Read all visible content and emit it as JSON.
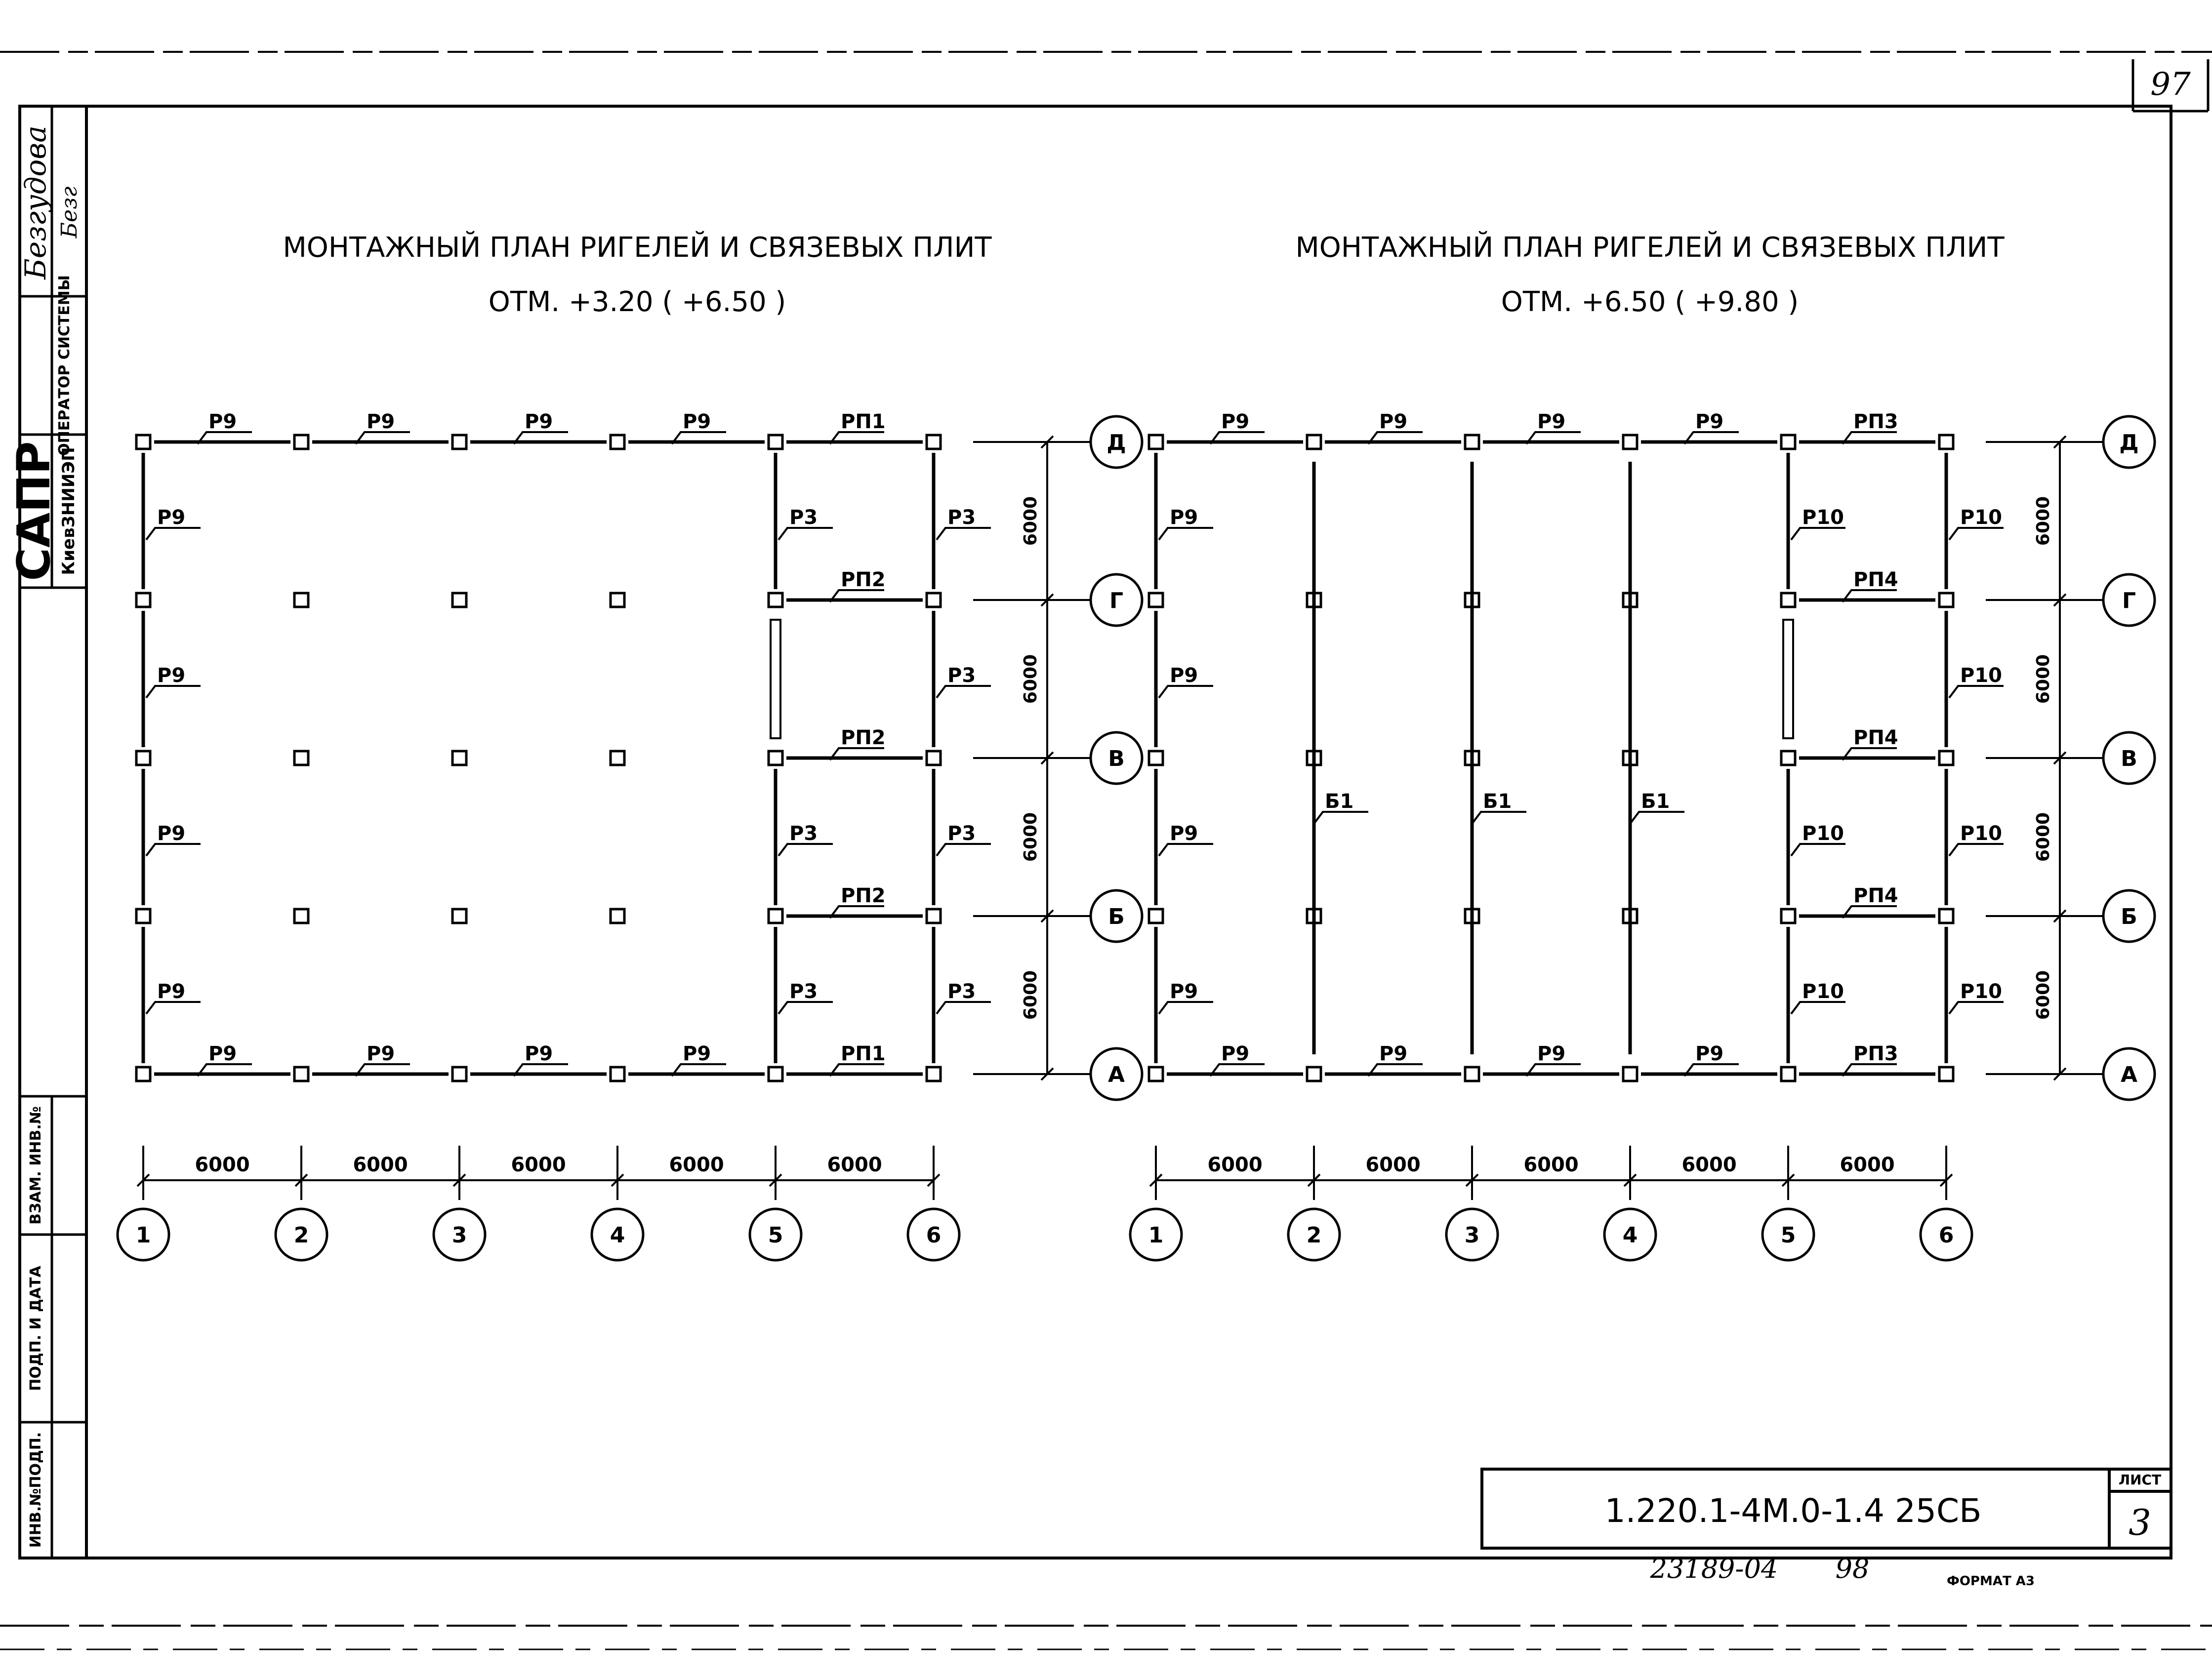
{
  "sheet": {
    "page_number": "97",
    "designation": "1.220.1-4М.0-1.4  25СБ",
    "sheet_label": "ЛИСТ",
    "sheet_number": "3",
    "archive_number": "23189-04",
    "archive_page": "98",
    "format_label": "ФОРМАТ А3"
  },
  "side_stamp": {
    "author_signature": "Безгудова",
    "author_initials": "Безг",
    "operator_label": "ОПЕРАТОР СИСТЕМЫ",
    "org_main": "САПР",
    "org_sub": "КиевЗНИИЭП",
    "fields": [
      "ВЗАМ. ИНВ.№",
      "ПОДП. И ДАТА",
      "ИНВ.№ПОДП."
    ]
  },
  "plans": [
    {
      "title": "МОНТАЖНЫЙ ПЛАН РИГЕЛЕЙ И СВЯЗЕВЫХ ПЛИТ",
      "subtitle": "ОТМ. +3.20 ( +6.50 )",
      "top_row_labels": [
        "Р9",
        "Р9",
        "Р9",
        "Р9",
        "РП1"
      ],
      "bottom_row_labels": [
        "Р9",
        "Р9",
        "Р9",
        "Р9",
        "РП1"
      ],
      "col1_labels": [
        "Р9",
        "Р9",
        "Р9",
        "Р9"
      ],
      "col5_labels": [
        "Р3",
        "Р3",
        "Р3"
      ],
      "col6_labels": [
        "Р3",
        "Р3",
        "Р3",
        "Р3"
      ],
      "inner_bay_labels": [
        "РП2",
        "РП2",
        "РП2"
      ],
      "middle_labels": [],
      "bay_dims_vertical": [
        "6000",
        "6000",
        "6000",
        "6000"
      ],
      "bay_dims_horizontal": [
        "6000",
        "6000",
        "6000",
        "6000",
        "6000"
      ],
      "axes_letters": [
        "Д",
        "Г",
        "В",
        "Б",
        "А"
      ],
      "axes_numbers": [
        "1",
        "2",
        "3",
        "4",
        "5",
        "6"
      ]
    },
    {
      "title": "МОНТАЖНЫЙ ПЛАН РИГЕЛЕЙ И СВЯЗЕВЫХ ПЛИТ",
      "subtitle": "ОТМ. +6.50 ( +9.80 )",
      "top_row_labels": [
        "Р9",
        "Р9",
        "Р9",
        "Р9",
        "РП3"
      ],
      "bottom_row_labels": [
        "Р9",
        "Р9",
        "Р9",
        "Р9",
        "РП3"
      ],
      "col1_labels": [
        "Р9",
        "Р9",
        "Р9",
        "Р9"
      ],
      "col5_labels": [
        "Р10",
        "Р10",
        "Р10"
      ],
      "col6_labels": [
        "Р10",
        "Р10",
        "Р10",
        "Р10"
      ],
      "inner_bay_labels": [
        "РП4",
        "РП4",
        "РП4"
      ],
      "middle_labels": [
        "Б1",
        "Б1",
        "Б1"
      ],
      "bay_dims_vertical": [
        "6000",
        "6000",
        "6000",
        "6000"
      ],
      "bay_dims_horizontal": [
        "6000",
        "6000",
        "6000",
        "6000",
        "6000"
      ],
      "axes_letters": [
        "Д",
        "Г",
        "В",
        "Б",
        "А"
      ],
      "axes_numbers": [
        "1",
        "2",
        "3",
        "4",
        "5",
        "6"
      ]
    }
  ]
}
